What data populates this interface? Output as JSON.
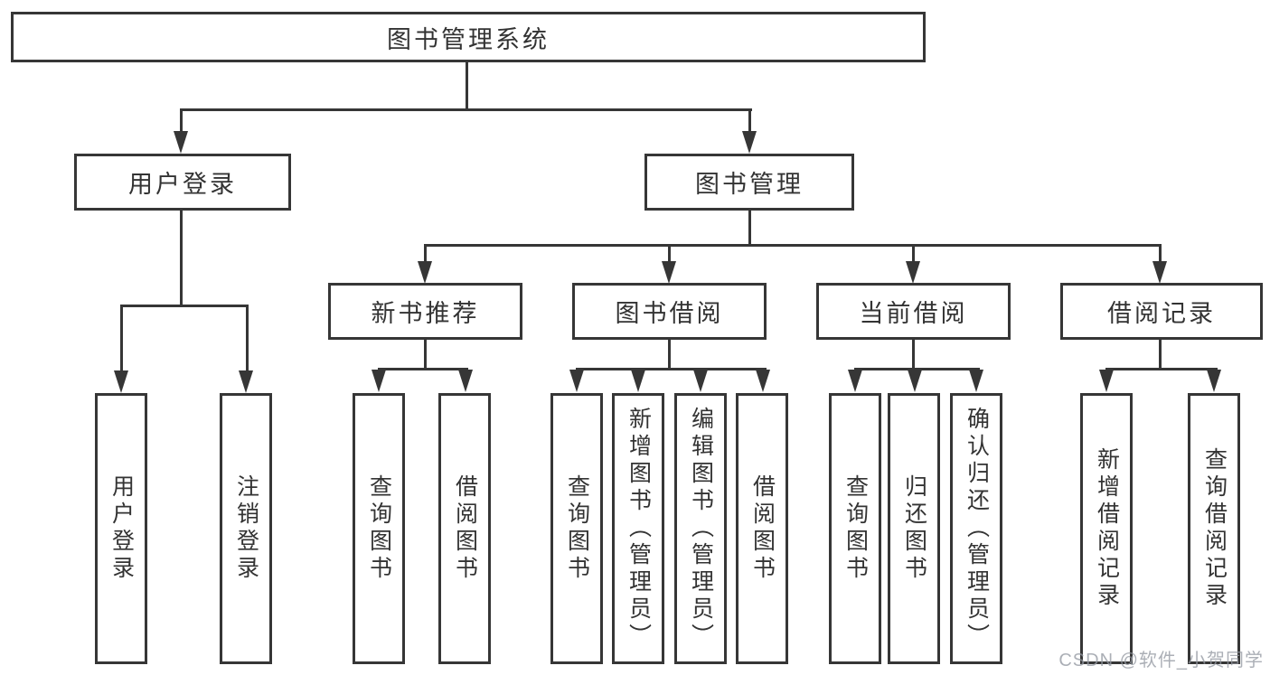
{
  "tree": {
    "root": {
      "label": "图书管理系统",
      "children": [
        {
          "label": "用户登录",
          "children": [
            {
              "label": "用户登录"
            },
            {
              "label": "注销登录"
            }
          ]
        },
        {
          "label": "图书管理",
          "children": [
            {
              "label": "新书推荐",
              "children": [
                {
                  "label": "查询图书"
                },
                {
                  "label": "借阅图书"
                }
              ]
            },
            {
              "label": "图书借阅",
              "children": [
                {
                  "label": "查询图书"
                },
                {
                  "label": "新增图书（管理员）"
                },
                {
                  "label": "编辑图书（管理员）"
                },
                {
                  "label": "借阅图书"
                }
              ]
            },
            {
              "label": "当前借阅",
              "children": [
                {
                  "label": "查询图书"
                },
                {
                  "label": "归还图书"
                },
                {
                  "label": "确认归还（管理员）"
                }
              ]
            },
            {
              "label": "借阅记录",
              "children": [
                {
                  "label": "新增借阅记录"
                },
                {
                  "label": "查询借阅记录"
                }
              ]
            }
          ]
        }
      ]
    }
  },
  "watermark": "CSDN @软件_小贺同学",
  "colors": {
    "line": "#363636",
    "border": "#363636",
    "text": "#333333",
    "box_bg": "#ffffff",
    "watermark": "#9498a1",
    "background": "#ffffff"
  }
}
